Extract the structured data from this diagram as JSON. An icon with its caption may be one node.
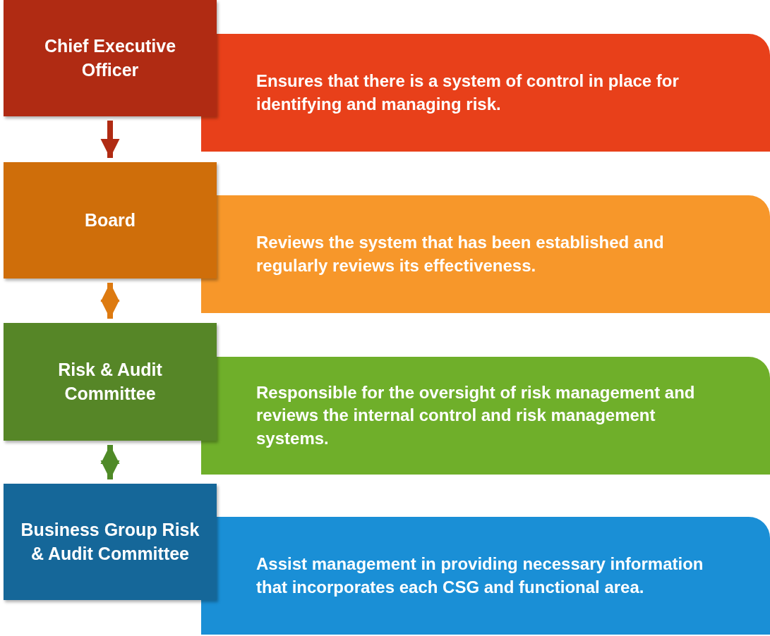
{
  "diagram": {
    "nodes": [
      {
        "text": [
          "Chief Executive Officer"
        ]
      },
      {
        "text": [
          "Ensures that there is a system of control in place for identifying and managing risk."
        ]
      },
      {
        "text": [
          "Board"
        ]
      },
      {
        "text": [
          "Reviews the system that has been established and regularly reviews its effectiveness."
        ]
      },
      {
        "text": [
          "Risk & Audit Committee"
        ]
      },
      {
        "text": [
          "Responsible for the oversight of risk management and reviews the internal control and risk management systems."
        ]
      },
      {
        "text": [
          "Business Group Risk & Audit Committee"
        ]
      },
      {
        "text": [
          "Assist management in providing necessary information that incorporates each CSG and functional area."
        ]
      }
    ],
    "edges": [
      {
        "from": 0,
        "to": 2,
        "arrow": "to",
        "color": "#b02b13"
      },
      {
        "from": 2,
        "to": 4,
        "arrow": "both",
        "color": "#dd7a10"
      },
      {
        "from": 4,
        "to": 6,
        "arrow": "both",
        "color": "#4f8a27"
      }
    ]
  }
}
